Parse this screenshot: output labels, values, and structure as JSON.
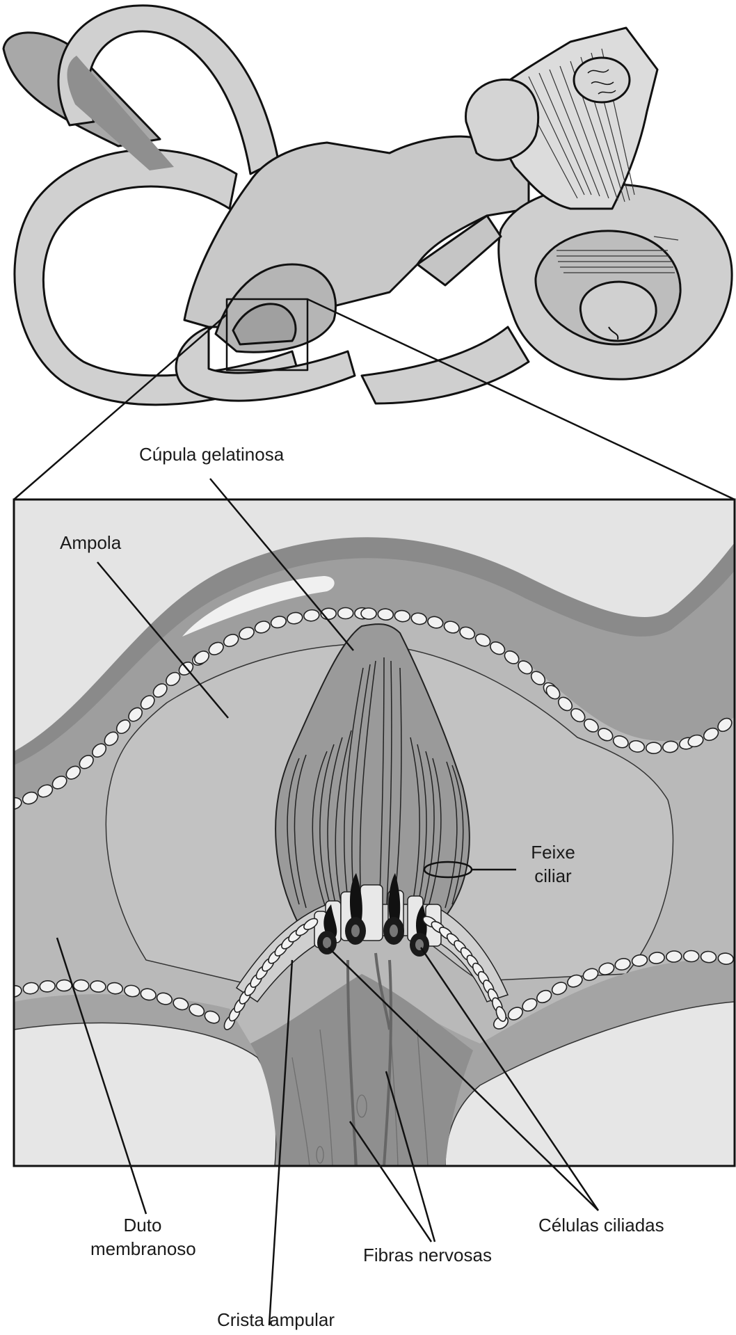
{
  "labels": {
    "cupula": "Cúpula gelatinosa",
    "ampola": "Ampola",
    "feixe_line1": "Feixe",
    "feixe_line2": "ciliar",
    "duto_line1": "Duto",
    "duto_line2": "membranoso",
    "celulas": "Células ciliadas",
    "fibras": "Fibras nervosas",
    "crista": "Crista ampular"
  }
}
